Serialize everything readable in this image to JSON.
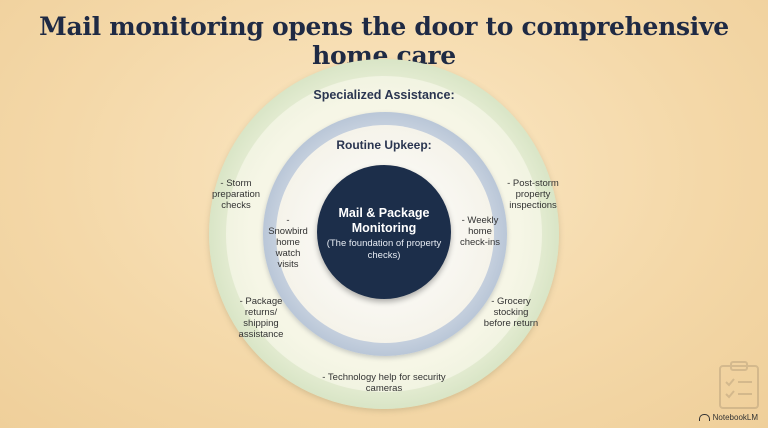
{
  "title": "Mail monitoring opens the door to comprehensive home care",
  "core": {
    "title": "Mail & Package Monitoring",
    "subtitle": "(The foundation of property checks)"
  },
  "middle_ring": {
    "title": "Routine Upkeep:",
    "items": {
      "left": "- Snowbird home watch visits",
      "right": "- Weekly home check-ins"
    }
  },
  "outer_ring": {
    "title": "Specialized Assistance:",
    "items": {
      "top_left": "- Storm preparation checks",
      "top_right": "- Post-storm property inspections",
      "bottom_left": "- Package returns/ shipping assistance",
      "bottom_right": "- Grocery stocking before return",
      "bottom": "- Technology help for security cameras"
    }
  },
  "branding": "NotebookLM",
  "colors": {
    "core": "#1c2e4a",
    "middle_ring": "#8fa4c0",
    "outer_ring": "#9dc08f",
    "background": "#f4d8a8"
  }
}
